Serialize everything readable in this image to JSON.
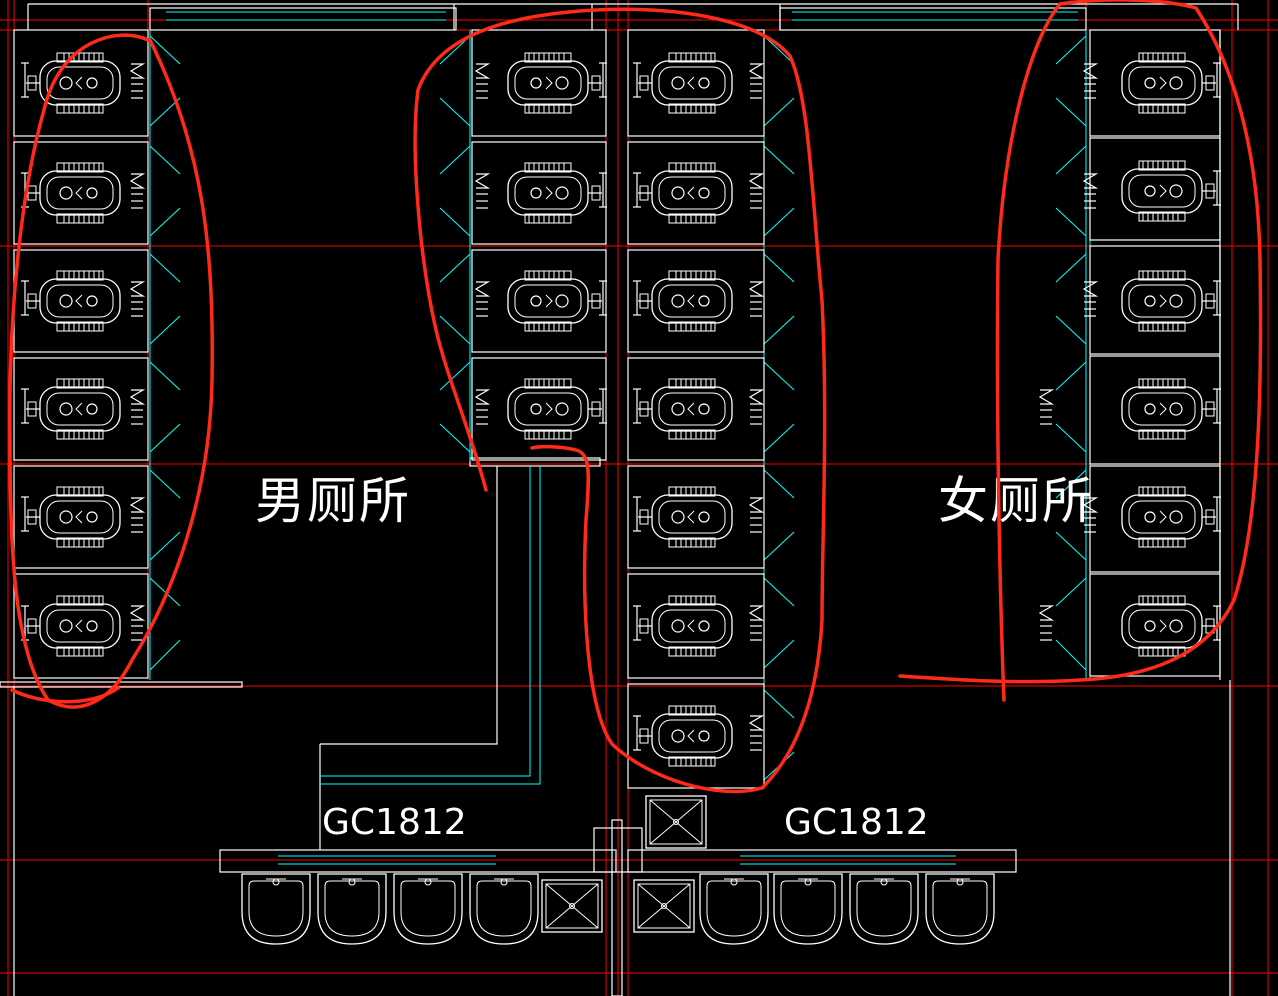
{
  "labels": {
    "men_room": "男厕所",
    "women_room": "女厕所",
    "window_left": "GC1812",
    "window_right": "GC1812",
    "door_tag": "M1"
  },
  "colors": {
    "background": "#000000",
    "grid": "#ff0000",
    "wall": "#ffffff",
    "partition": "#00ffff",
    "annotation": "#ff2a1a"
  },
  "icons": {
    "squat_toilet": "squat-toilet-icon",
    "wash_basin": "wash-basin-icon",
    "floor_drain": "floor-drain-icon"
  }
}
